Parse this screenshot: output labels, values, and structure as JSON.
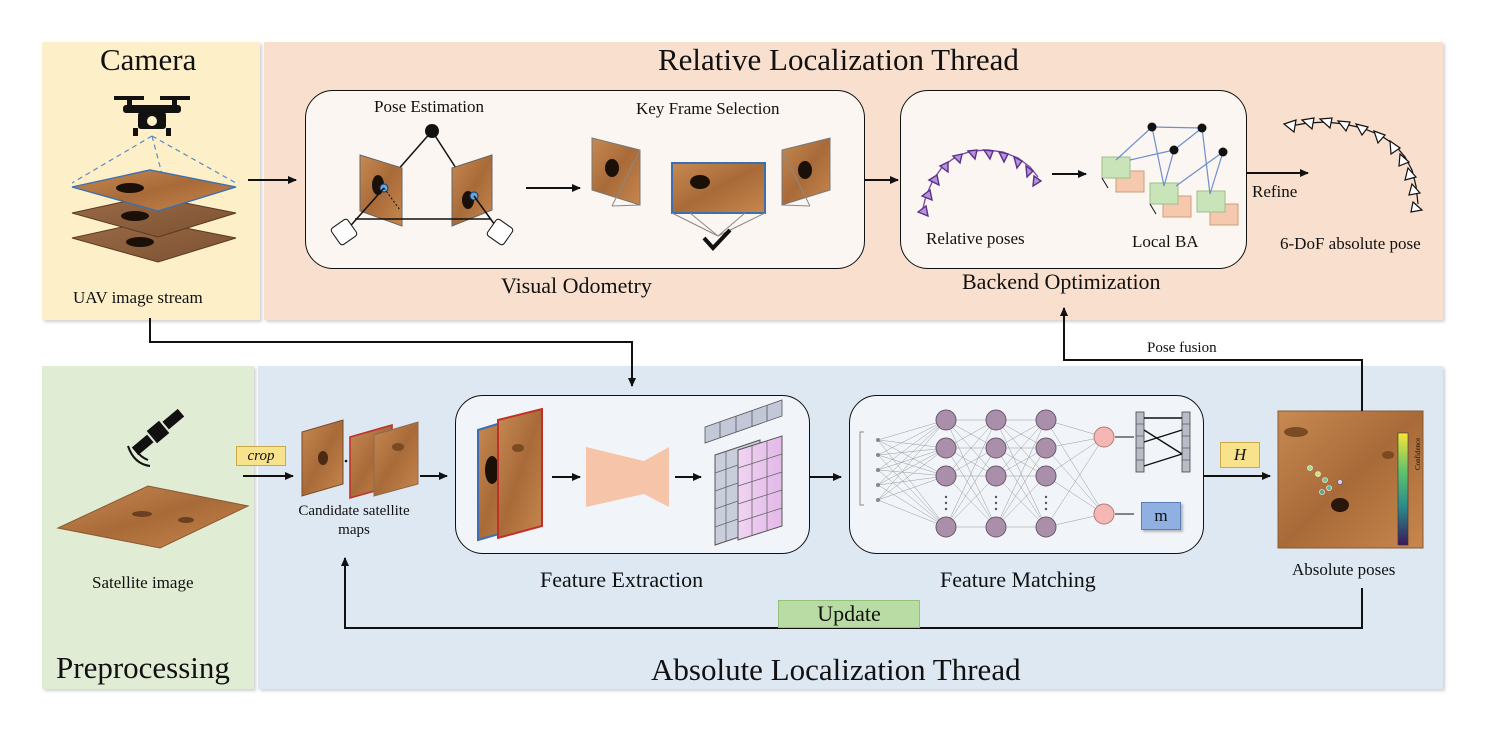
{
  "panels": {
    "camera_title": "Camera",
    "relative_title": "Relative Localization Thread",
    "preprocessing_title": "Preprocessing",
    "absolute_title": "Absolute Localization Thread"
  },
  "camera": {
    "stream_label": "UAV image stream"
  },
  "visual_odometry": {
    "title": "Visual Odometry",
    "pose_estimation": "Pose Estimation",
    "key_frame_selection": "Key Frame Selection"
  },
  "backend": {
    "title": "Backend Optimization",
    "relative_poses": "Relative poses",
    "local_ba": "Local BA",
    "refine": "Refine",
    "output": "6-DoF absolute pose"
  },
  "preprocessing": {
    "satellite_image": "Satellite image",
    "crop": "crop",
    "candidate_maps": "Candidate satellite maps"
  },
  "absolute": {
    "feature_extraction": "Feature Extraction",
    "feature_matching": "Feature Matching",
    "homography": "H",
    "match_label": "m",
    "absolute_poses": "Absolute poses",
    "pose_fusion": "Pose fusion",
    "update": "Update",
    "confidence_label": "Confidence"
  },
  "colors": {
    "camera_bg": "#fdefc8",
    "relative_bg": "#f9dfcd",
    "preprocessing_bg": "#e1ecd5",
    "absolute_bg": "#dde8f3",
    "terrain": "#b07440",
    "pose_purple": "#7b4fb0",
    "ba_green": "#c9e4b8",
    "ba_orange": "#f6c9ae",
    "neuron": "#a98fa9",
    "match_node": "#f4b7b3"
  }
}
